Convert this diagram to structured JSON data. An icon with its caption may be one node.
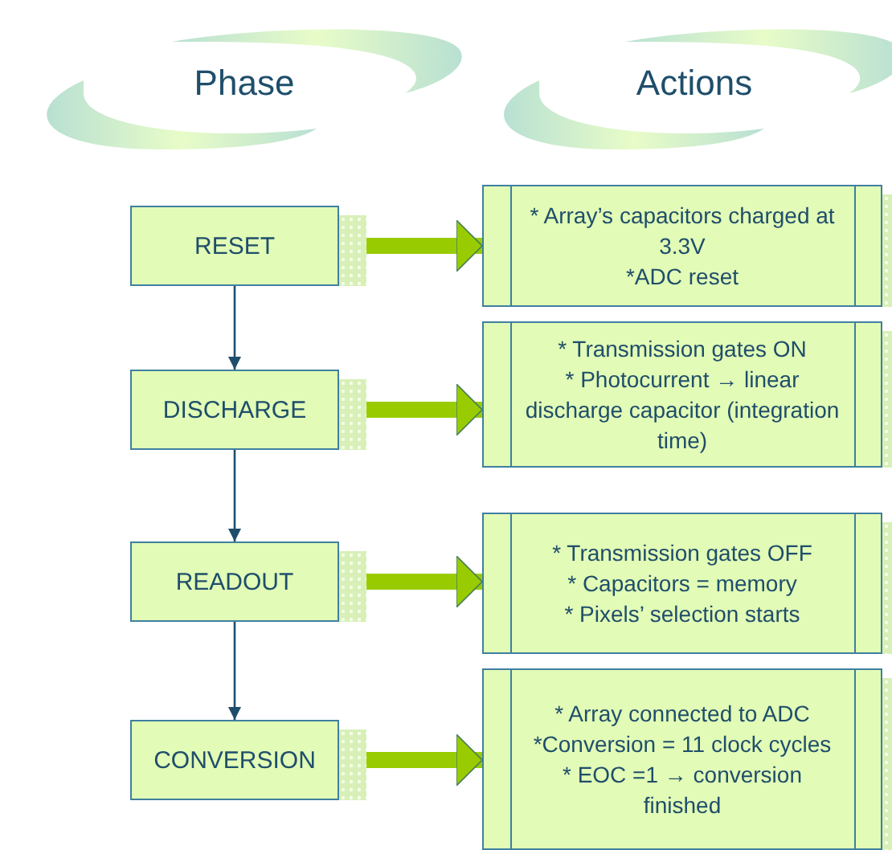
{
  "diagram": {
    "nodes": [
      {
        "text": [
          "Phase"
        ]
      },
      {
        "text": [
          "Actions"
        ]
      },
      {
        "text": [
          "RESET"
        ]
      },
      {
        "text": [
          "* Array’s capacitors charged at 3.3V",
          "*ADC reset"
        ]
      },
      {
        "text": [
          "DISCHARGE"
        ]
      },
      {
        "text": [
          "* Transmission gates ON",
          "* Photocurrent → linear discharge capacitor (integration time)"
        ]
      },
      {
        "text": [
          "READOUT"
        ]
      },
      {
        "text": [
          "* Transmission gates OFF",
          "* Capacitors = memory",
          "* Pixels’ selection starts"
        ]
      },
      {
        "text": [
          "CONVERSION"
        ]
      },
      {
        "text": [
          "* Array connected to ADC",
          "*Conversion = 11 clock cycles",
          "* EOC =1 → conversion finished"
        ]
      }
    ],
    "edges": [
      {
        "from": 2,
        "to": 3,
        "arrow": "to"
      },
      {
        "from": 2,
        "to": 4,
        "arrow": "to",
        "color": "#1f4e6b"
      },
      {
        "from": 4,
        "to": 5,
        "arrow": "to"
      },
      {
        "from": 4,
        "to": 6,
        "arrow": "to",
        "color": "#1f4e6b"
      },
      {
        "from": 6,
        "to": 7,
        "arrow": "to"
      },
      {
        "from": 6,
        "to": 8,
        "arrow": "to",
        "color": "#1f4e6b"
      },
      {
        "from": 8,
        "to": 9,
        "arrow": "to"
      }
    ]
  }
}
